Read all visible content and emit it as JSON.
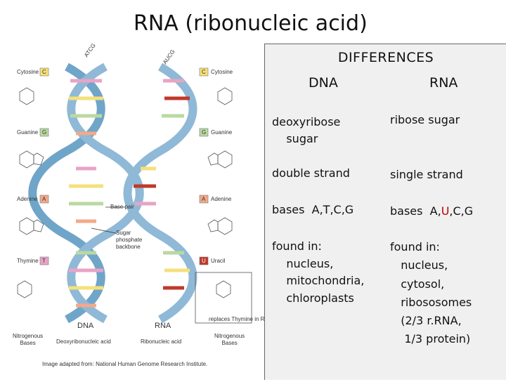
{
  "title": {
    "abbr": "RNA",
    "full": "(ribonucleic acid)"
  },
  "diagram": {
    "left_labels": [
      "Cytosine",
      "Guanine",
      "Adenine",
      "Thymine"
    ],
    "left_letters": [
      "C",
      "G",
      "A",
      "T"
    ],
    "right_labels": [
      "Cytosine",
      "Guanine",
      "Adenine",
      "Uracil"
    ],
    "right_letters": [
      "C",
      "G",
      "A",
      "U"
    ],
    "base_pair": "Base pair",
    "sugar_backbone": [
      "Sugar",
      "phosphate",
      "backbone"
    ],
    "dna_label": "DNA",
    "rna_label": "RNA",
    "dna_full": "Deoxyribonucleic acid",
    "rna_full": "Ribonucleic acid",
    "nitrogenous_left": [
      "Nitrogenous",
      "Bases"
    ],
    "nitrogenous_right": [
      "Nitrogenous",
      "Bases"
    ],
    "replaces": "replaces Thymine in RNA",
    "atcg": "ATCG",
    "aucg": "AUCG",
    "credit_prefix": "Image adapted from:",
    "credit_source": "National Human Genome Research Institute."
  },
  "table": {
    "heading": "DIFFERENCES",
    "col_dna": "DNA",
    "col_rna": "RNA",
    "rows": [
      {
        "dna": "deoxyribose\n    sugar",
        "rna": "ribose sugar"
      },
      {
        "dna": "double strand",
        "rna": "single strand"
      },
      {
        "dna": "bases  A,T,C,G",
        "rna_prefix": "bases  A,",
        "rna_u": "U",
        "rna_suffix": ",C,G"
      },
      {
        "dna": "found in:\n    nucleus,\n    mitochondria,\n    chloroplasts",
        "rna": "found in:\n   nucleus,\n   cytosol,\n   ribososomes\n   (2/3 r.RNA,\n    1/3 protein)"
      }
    ]
  }
}
